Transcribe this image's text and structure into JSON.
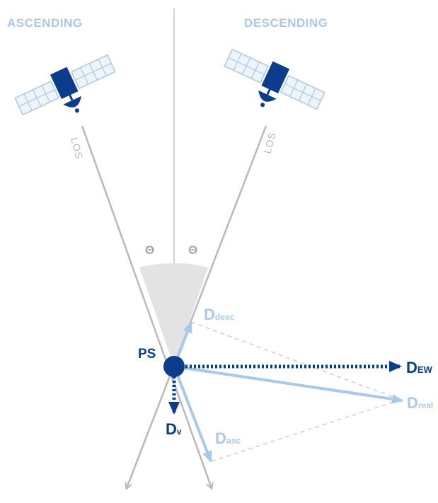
{
  "headers": {
    "ascending": "ASCENDING",
    "descending": "DESCENDING"
  },
  "los": {
    "left": "LOS",
    "right": "LOS"
  },
  "angles": {
    "left": "Θ",
    "right": "Θ"
  },
  "point": {
    "label": "PS"
  },
  "vectors": {
    "desc": {
      "main": "D",
      "sub": "desc"
    },
    "ew": {
      "main": "D",
      "sub": "EW"
    },
    "real": {
      "main": "D",
      "sub": "real"
    },
    "vert": {
      "main": "D",
      "sub": "v"
    },
    "asc": {
      "main": "D",
      "sub": "asc"
    }
  },
  "colors": {
    "dark_blue": "#0b3d8c",
    "light_blue": "#a9c8ea",
    "gray_line": "#b9b9b9",
    "cone": "#e3e3e3",
    "dashed": "#cfcfcf"
  }
}
